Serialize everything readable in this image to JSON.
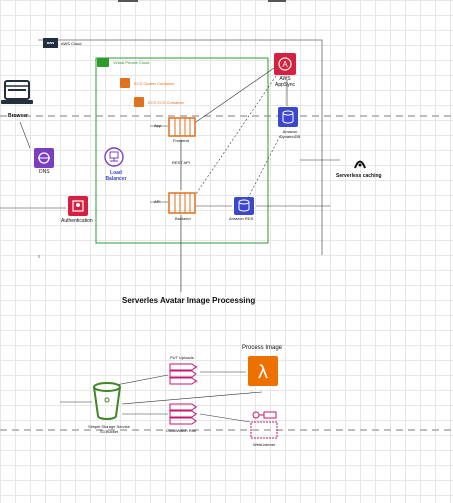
{
  "colors": {
    "vpc_green": "#2e9b2e",
    "ecs_orange": "#e0711f",
    "appsync_red": "#d5213f",
    "security_red": "#d5213f",
    "api_purple": "#7a3fc0",
    "rds_blue": "#3b48cc",
    "lambda_orange": "#ed7100",
    "s3_green": "#3f8624",
    "sqs_pink": "#c7166f",
    "dashed_line": "#bdbdbd"
  },
  "cloud": {
    "aws_logo": "aws",
    "aws_cloud_label": "AWS Cloud",
    "vpc_label": "Virtual Private Cloud",
    "ecs_cluster_label": "ECS Cluster Container",
    "ecs_container_label": "ECS ECS Container"
  },
  "nodes": {
    "browser": "Browser",
    "dns": "DNS",
    "load_balancer": "Load Balancer",
    "authentication": "Authentication",
    "frontend": "Frontend",
    "backend": "Backend",
    "rest_api": "REST API",
    "app_label_frontend": "App",
    "api_label_backend": "API",
    "appsync": "AWS AppSync",
    "dynamodb": "Amazon DynamoDB",
    "rds": "Amazon RDS",
    "serverless_caching": "Serverless caching"
  },
  "processing": {
    "title": "Serverles Avatar Image Processing",
    "put_uploads": "PUT Uploads",
    "process_image": "Process Image",
    "s3_bucket": "Simple Storage Service S3 Bucket",
    "cloudwatch": "CloudWatch Run",
    "web_listener": "WebListener"
  },
  "icons": {
    "browser": "browser-laptop-icon",
    "dns": "route53-dns-icon",
    "load_balancer": "load-balancer-icon",
    "authentication": "cognito-auth-icon",
    "frontend": "ecs-container-frontend-icon",
    "backend": "ecs-container-backend-icon",
    "appsync": "appsync-icon",
    "dynamodb": "dynamodb-icon",
    "rds": "rds-icon",
    "serverless_caching": "serverless-caching-icon",
    "lambda": "lambda-icon",
    "s3": "s3-bucket-icon",
    "queue": "sqs-queue-icon",
    "web_listener": "web-listener-icon"
  }
}
